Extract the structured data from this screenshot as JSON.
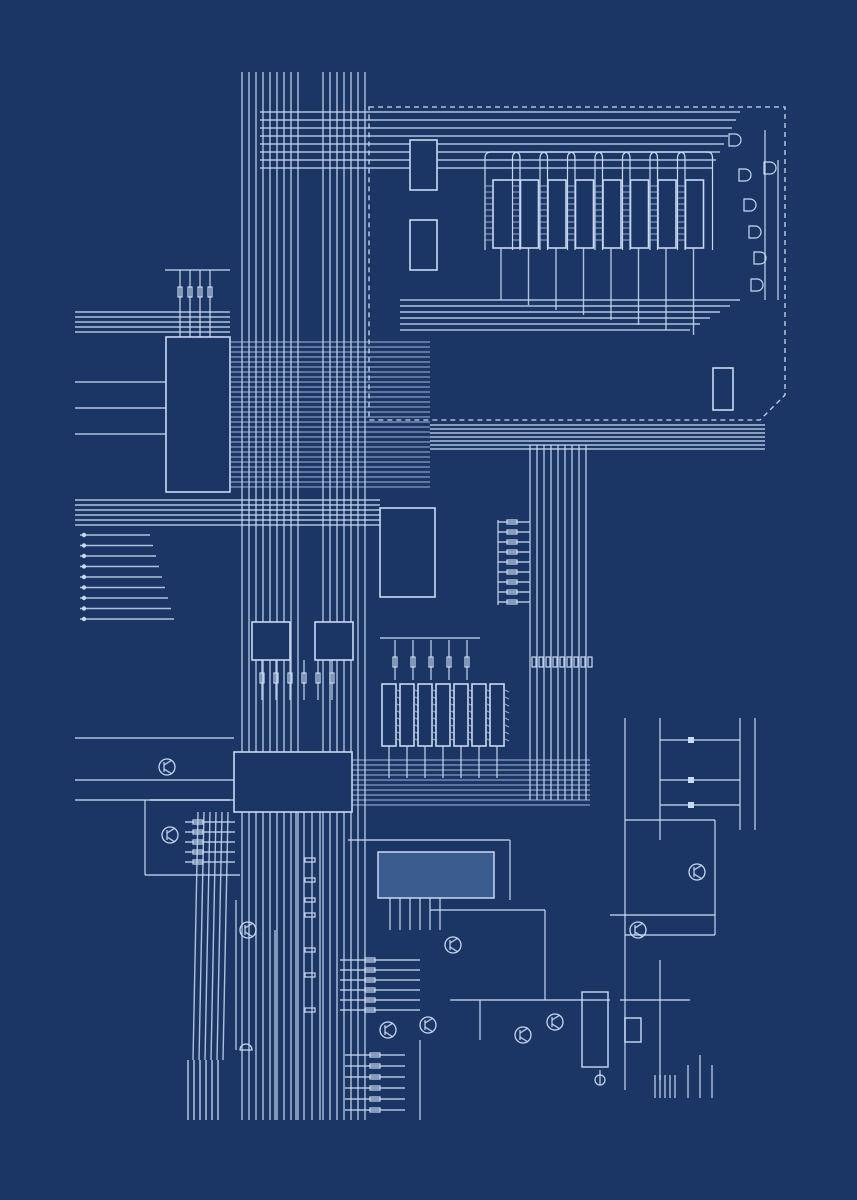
{
  "diagram": {
    "type": "circuit-schematic-blueprint",
    "colors": {
      "background": "#1b3564",
      "trace": "#c9d9f2",
      "trace_dim": "#8fa9d6",
      "display_fill": "#3b5c8e",
      "chip_fill": "#1b3564"
    },
    "elements": [
      "integrated-circuits",
      "bus-lines",
      "resistors",
      "capacitors",
      "transistors",
      "logic-gates",
      "dashed-module-boundary",
      "display-module"
    ]
  }
}
